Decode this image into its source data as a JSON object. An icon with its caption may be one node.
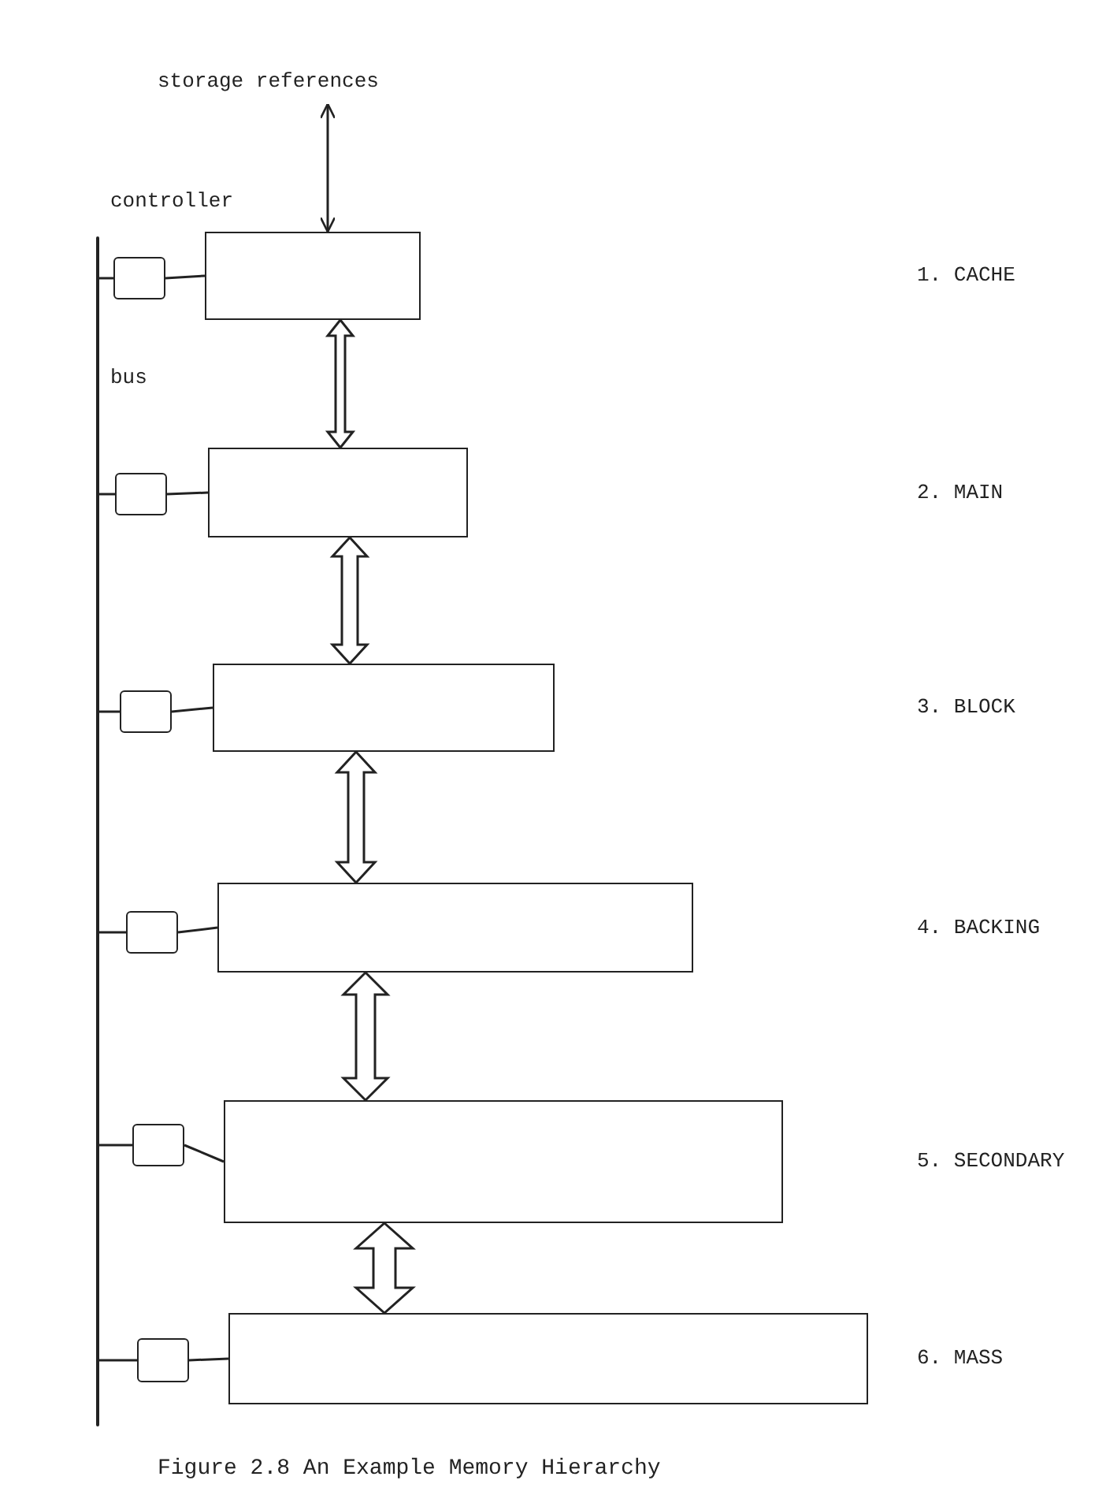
{
  "diagram": {
    "caption": "Figure 2.8 An Example Memory Hierarchy",
    "nodes": [
      {
        "text": [
          "storage references"
        ]
      },
      {
        "text": [],
        "shape": "box"
      },
      {
        "text": [],
        "shape": "box"
      },
      {
        "text": [],
        "shape": "box"
      },
      {
        "text": [],
        "shape": "box"
      },
      {
        "text": [],
        "shape": "box"
      },
      {
        "text": [],
        "shape": "box"
      },
      {
        "text": [],
        "shape": "box"
      },
      {
        "text": [],
        "shape": "box"
      },
      {
        "text": [],
        "shape": "box"
      },
      {
        "text": [],
        "shape": "box"
      },
      {
        "text": [],
        "shape": "box"
      },
      {
        "text": [],
        "shape": "box"
      },
      {
        "text": [],
        "shape": "bar",
        "beside": [
          "bus"
        ]
      }
    ],
    "edges": [
      {
        "from": 0,
        "to": 1,
        "arrow": "both"
      },
      {
        "from": 1,
        "to": 3,
        "arrow": "both",
        "style": "thick"
      },
      {
        "from": 3,
        "to": 5,
        "arrow": "both",
        "style": "thick"
      },
      {
        "from": 5,
        "to": 7,
        "arrow": "both",
        "style": "thick"
      },
      {
        "from": 7,
        "to": 9,
        "arrow": "both",
        "style": "thick"
      },
      {
        "from": 9,
        "to": 11,
        "arrow": "both",
        "style": "thick"
      },
      {
        "from": 2,
        "to": 1,
        "arrow": "none"
      },
      {
        "from": 4,
        "to": 3,
        "arrow": "none"
      },
      {
        "from": 6,
        "to": 5,
        "arrow": "none"
      },
      {
        "from": 8,
        "to": 7,
        "arrow": "none"
      },
      {
        "from": 10,
        "to": 9,
        "arrow": "none"
      },
      {
        "from": 12,
        "to": 11,
        "arrow": "none"
      },
      {
        "from": 13,
        "to": 2,
        "arrow": "none"
      },
      {
        "from": 13,
        "to": 4,
        "arrow": "none"
      },
      {
        "from": 13,
        "to": 6,
        "arrow": "none"
      },
      {
        "from": 13,
        "to": 8,
        "arrow": "none"
      },
      {
        "from": 13,
        "to": 10,
        "arrow": "none"
      },
      {
        "from": 13,
        "to": 12,
        "arrow": "none"
      }
    ],
    "labels": [
      "controller",
      "1. CACHE",
      "2. MAIN",
      "3. BLOCK",
      "4. BACKING",
      "5. SECONDARY",
      "6. MASS"
    ]
  }
}
